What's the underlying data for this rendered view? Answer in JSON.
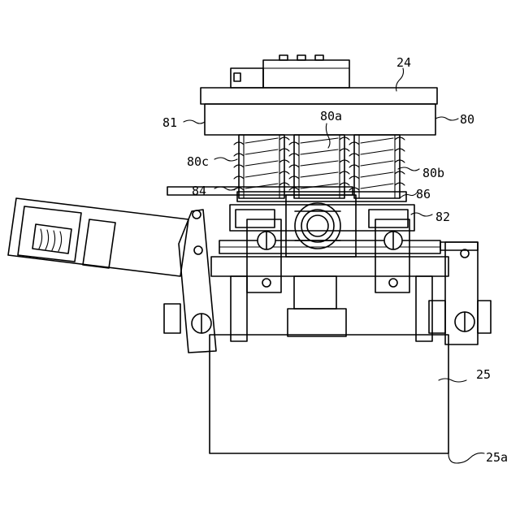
{
  "labels": {
    "l24": "24",
    "l80": "80",
    "l81": "81",
    "l80a": "80a",
    "l80b": "80b",
    "l80c": "80c",
    "l84": "84",
    "l86": "86",
    "l82": "82",
    "l25": "25",
    "l25a": "25a"
  }
}
